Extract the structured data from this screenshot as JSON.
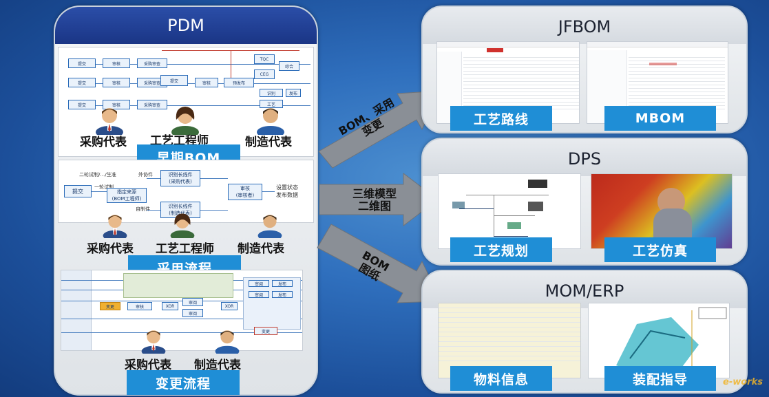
{
  "pdm": {
    "title": "PDM",
    "sections": [
      {
        "label": "早期BOM",
        "roles": [
          "采购代表",
          "工艺工程师",
          "制造代表"
        ]
      },
      {
        "label": "采用流程",
        "roles": [
          "采购代表",
          "工艺工程师",
          "制造代表"
        ]
      },
      {
        "label": "变更流程",
        "roles": [
          "采购代表",
          "制造代表"
        ]
      }
    ],
    "flow2": {
      "submit": "提交",
      "trial": "二轮试制/…/生准",
      "trial2": "一轮试制",
      "source": "指定来源\n(BOM工程师)",
      "outsource": "外协件",
      "selfmade": "自制件",
      "identify1": "识别长线件\n(采购代表)",
      "identify2": "识别长线件\n(制造代表)",
      "review": "审核\n(审核者)",
      "publish": "设置状态\n发布数据"
    }
  },
  "arrows": [
    {
      "text": "BOM、采用\n变更"
    },
    {
      "text": "三维模型\n二维图"
    },
    {
      "text": "BOM\n图纸"
    }
  ],
  "jfbom": {
    "title": "JFBOM",
    "labels": [
      "工艺路线",
      "MBOM"
    ]
  },
  "dps": {
    "title": "DPS",
    "labels": [
      "工艺规划",
      "工艺仿真"
    ]
  },
  "mom": {
    "title": "MOM/ERP",
    "labels": [
      "物料信息",
      "装配指导"
    ]
  },
  "watermark": "e-works",
  "colors": {
    "accent": "#1f8ed6",
    "header": "#1a3585",
    "arrow": "#8a8f96"
  }
}
